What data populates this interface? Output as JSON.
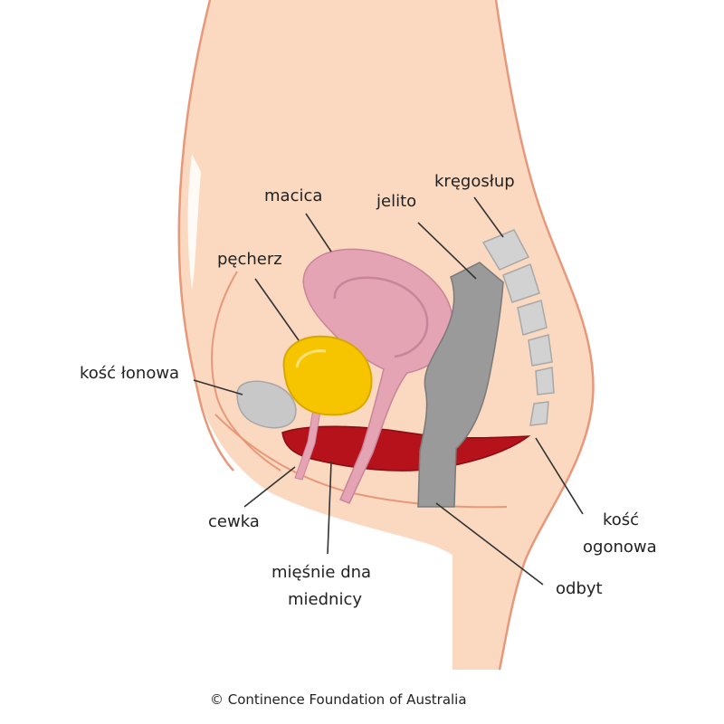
{
  "labels": {
    "uterus": "macica",
    "bowel": "jelito",
    "spine": "kręgosłup",
    "bladder": "pęcherz",
    "pubic_bone": "kość łonowa",
    "urethra": "cewka",
    "pelvic_floor_line1": "mięśnie dna",
    "pelvic_floor_line2": "miednicy",
    "tailbone_line1": "kość",
    "tailbone_line2": "ogonowa",
    "anus": "odbyt"
  },
  "credit": "© Continence Foundation of Australia",
  "colors": {
    "skin": "#fbd9c0",
    "outline": "#e8987a",
    "bladder": "#f6c500",
    "uterus": "#e4a4b4",
    "muscle": "#b5121b",
    "bowel": "#9a9a9a",
    "bone": "#c8c8c8"
  }
}
